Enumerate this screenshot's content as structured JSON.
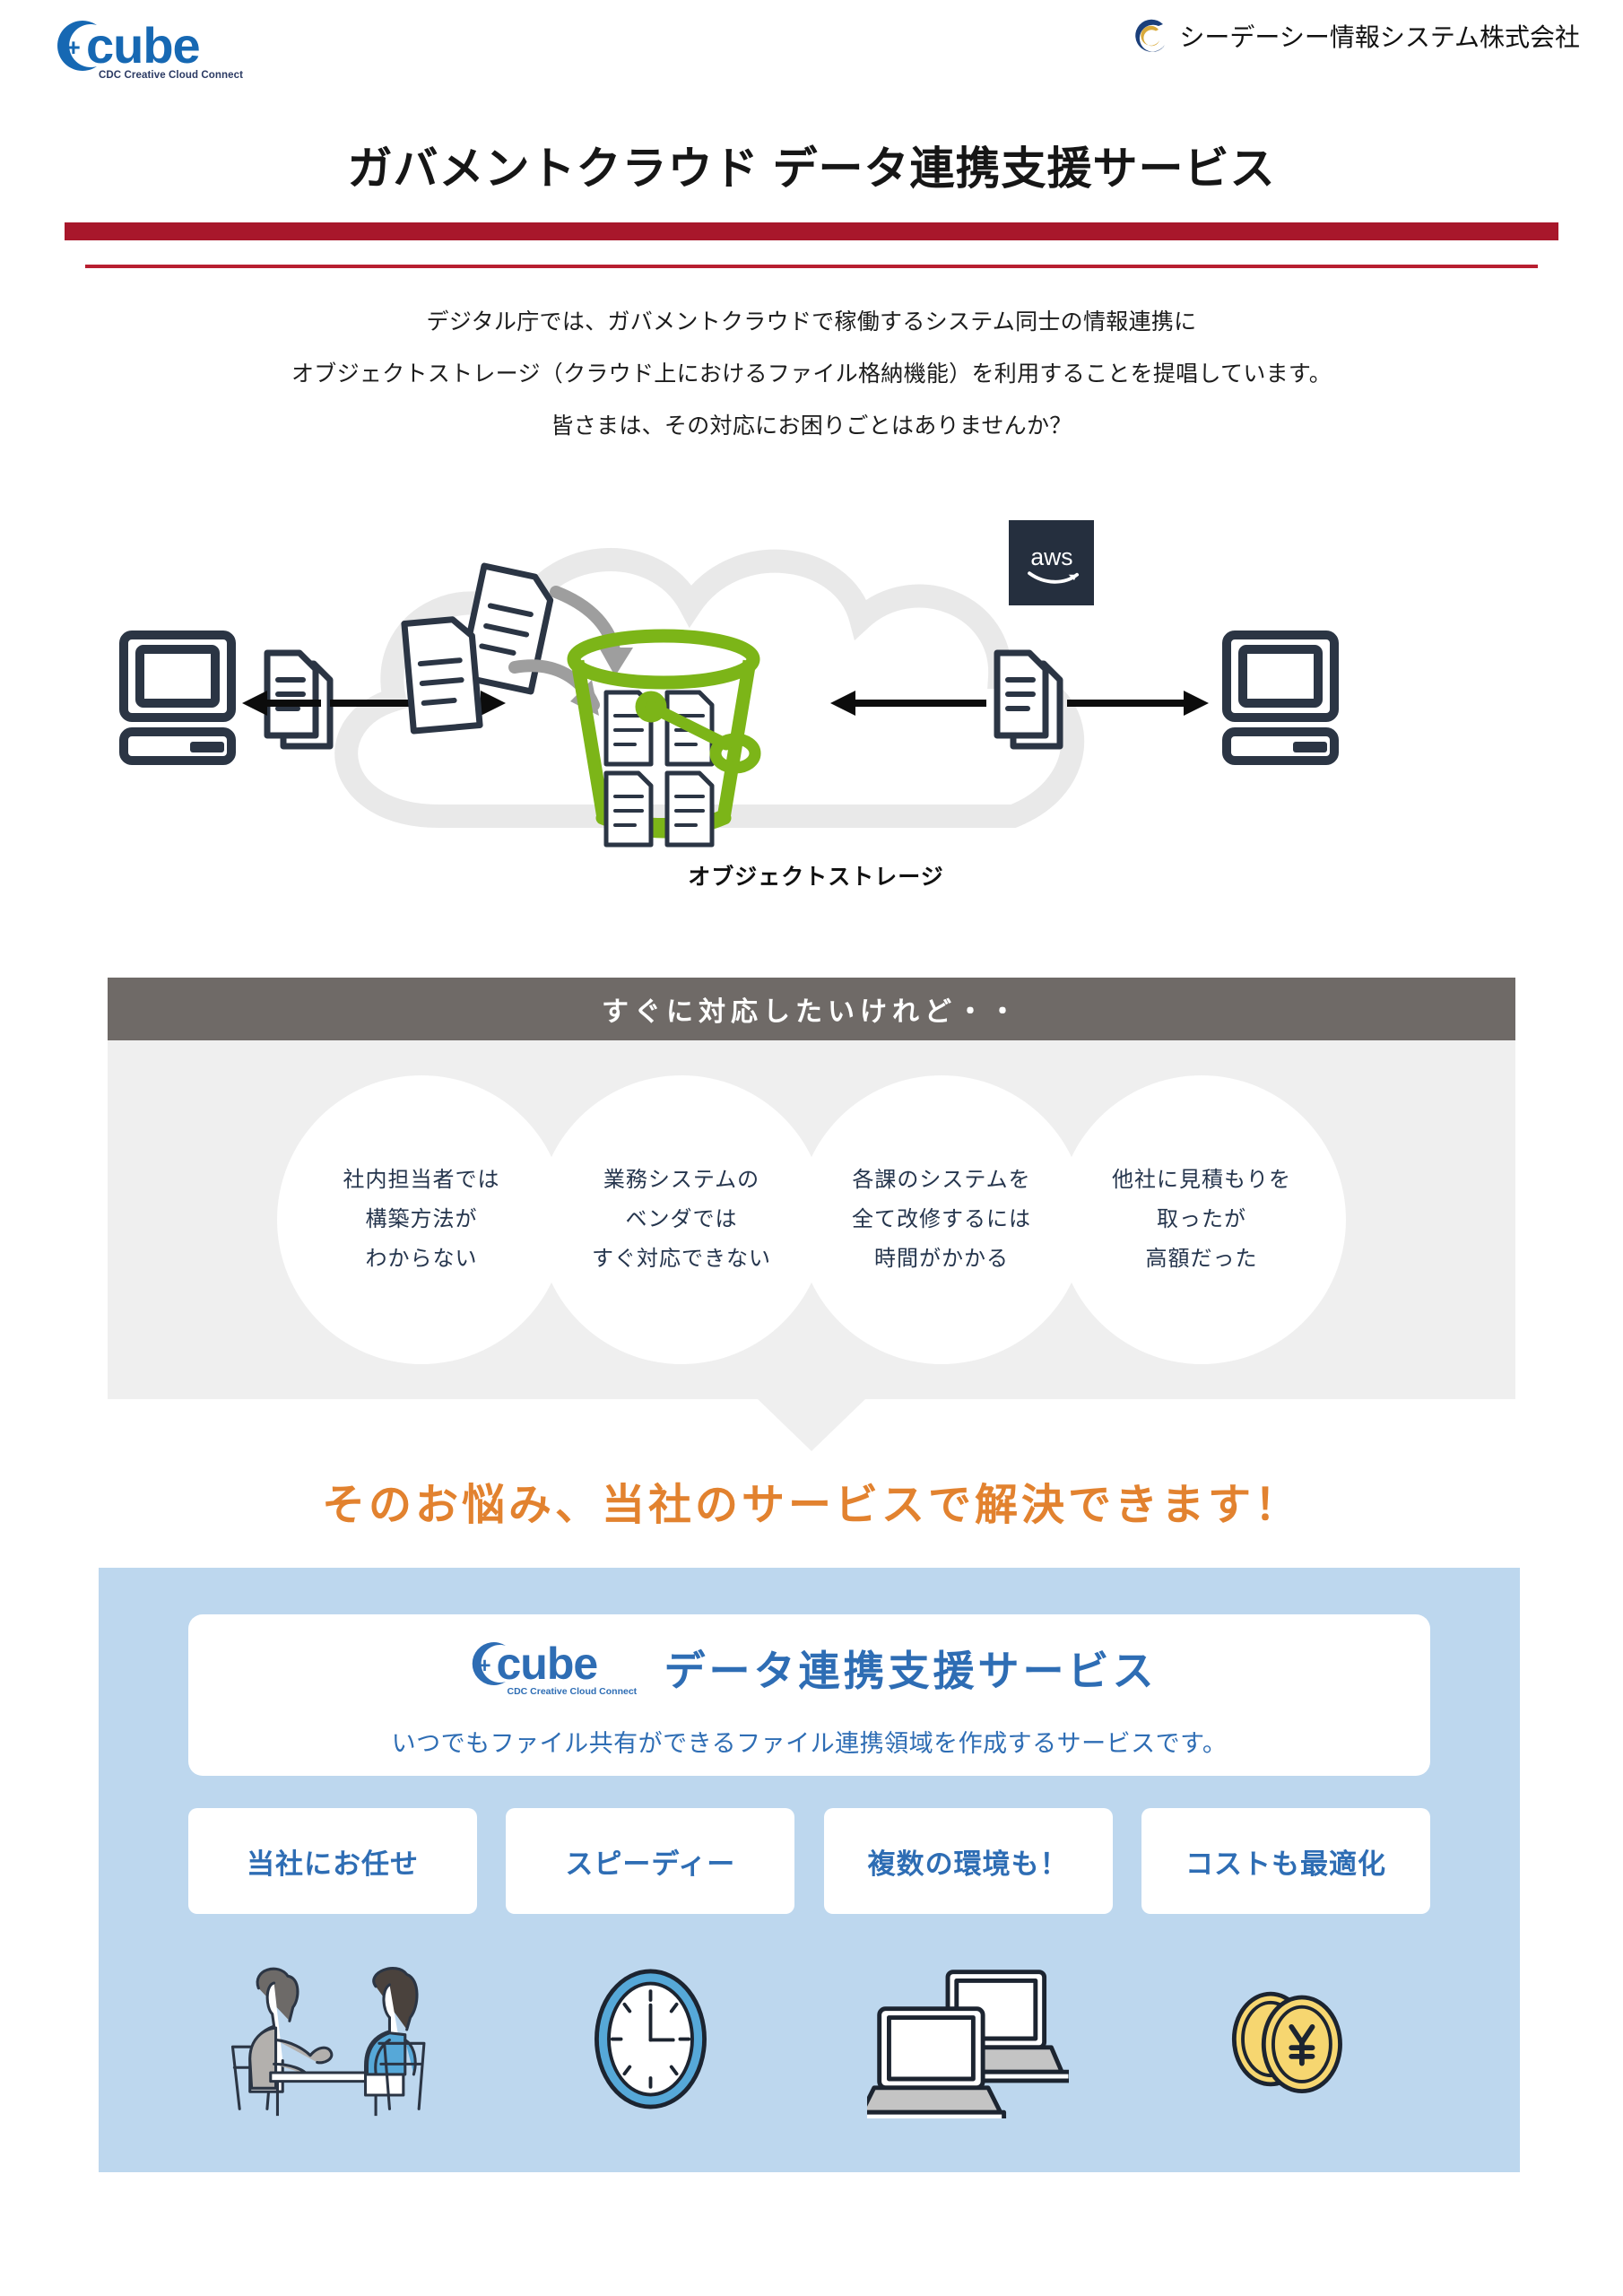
{
  "header": {
    "logo": {
      "plus": "+",
      "word": "cube",
      "tagline": "CDC Creative Cloud Connect",
      "color": "#1668b3"
    },
    "company_name": "シーデーシー情報システム株式会社",
    "company_mark": "circular-swirl-logo"
  },
  "title": {
    "text": "ガバメントクラウド データ連携支援サービス",
    "rule_color": "#a8172b"
  },
  "intro": {
    "line1": "デジタル庁では、ガバメントクラウドで稼働するシステム同士の情報連携に",
    "line2": "オブジェクトストレージ（クラウド上におけるファイル格納機能）を利用することを提唱しています。",
    "line3": "皆さまは、その対応にお困りごとはありませんか？"
  },
  "diagram": {
    "storage_label": "オブジェクトストレージ",
    "aws_label": "aws",
    "aws_badge_color": "#252f3e",
    "bucket_color": "#7cb518",
    "cloud_color": "#e9e9e9",
    "device_color": "#2b3544",
    "icons": {
      "left_computer": "desktop-computer-icon",
      "right_computer": "desktop-computer-icon",
      "left_documents": "document-stack-icon",
      "right_documents": "document-stack-icon",
      "falling_documents": "document-icon",
      "bucket": "object-storage-bucket-icon",
      "cloud": "cloud-icon"
    }
  },
  "problems": {
    "heading": "すぐに対応したいけれど・・",
    "heading_bg": "#6f6a67",
    "panel_bg": "#efefef",
    "items": [
      {
        "line1": "社内担当者では",
        "line2": "構築方法が",
        "line3": "わからない"
      },
      {
        "line1": "業務システムの",
        "line2": "ベンダでは",
        "line3": "すぐ対応できない"
      },
      {
        "line1": "各課のシステムを",
        "line2": "全て改修するには",
        "line3": "時間がかかる"
      },
      {
        "line1": "他社に見積もりを",
        "line2": "取ったが",
        "line3": "高額だった"
      }
    ]
  },
  "solve_headline": {
    "text": "そのお悩み、当社のサービスで解決できます！",
    "color": "#e2822f"
  },
  "solution": {
    "panel_bg": "#bdd7ee",
    "brand_color": "#2e6db4",
    "logo": {
      "plus": "+",
      "word": "cube",
      "tagline": "CDC Creative Cloud Connect"
    },
    "service_name": "データ連携支援サービス",
    "description": "いつでもファイル共有ができるファイル連携領域を作成するサービスです。",
    "features": [
      {
        "label": "当社にお任せ",
        "icon": "consultation-meeting-icon"
      },
      {
        "label": "スピーディー",
        "icon": "clock-icon"
      },
      {
        "label": "複数の環境も！",
        "icon": "two-laptops-icon"
      },
      {
        "label": "コストも最適化",
        "icon": "yen-coins-icon"
      }
    ]
  }
}
